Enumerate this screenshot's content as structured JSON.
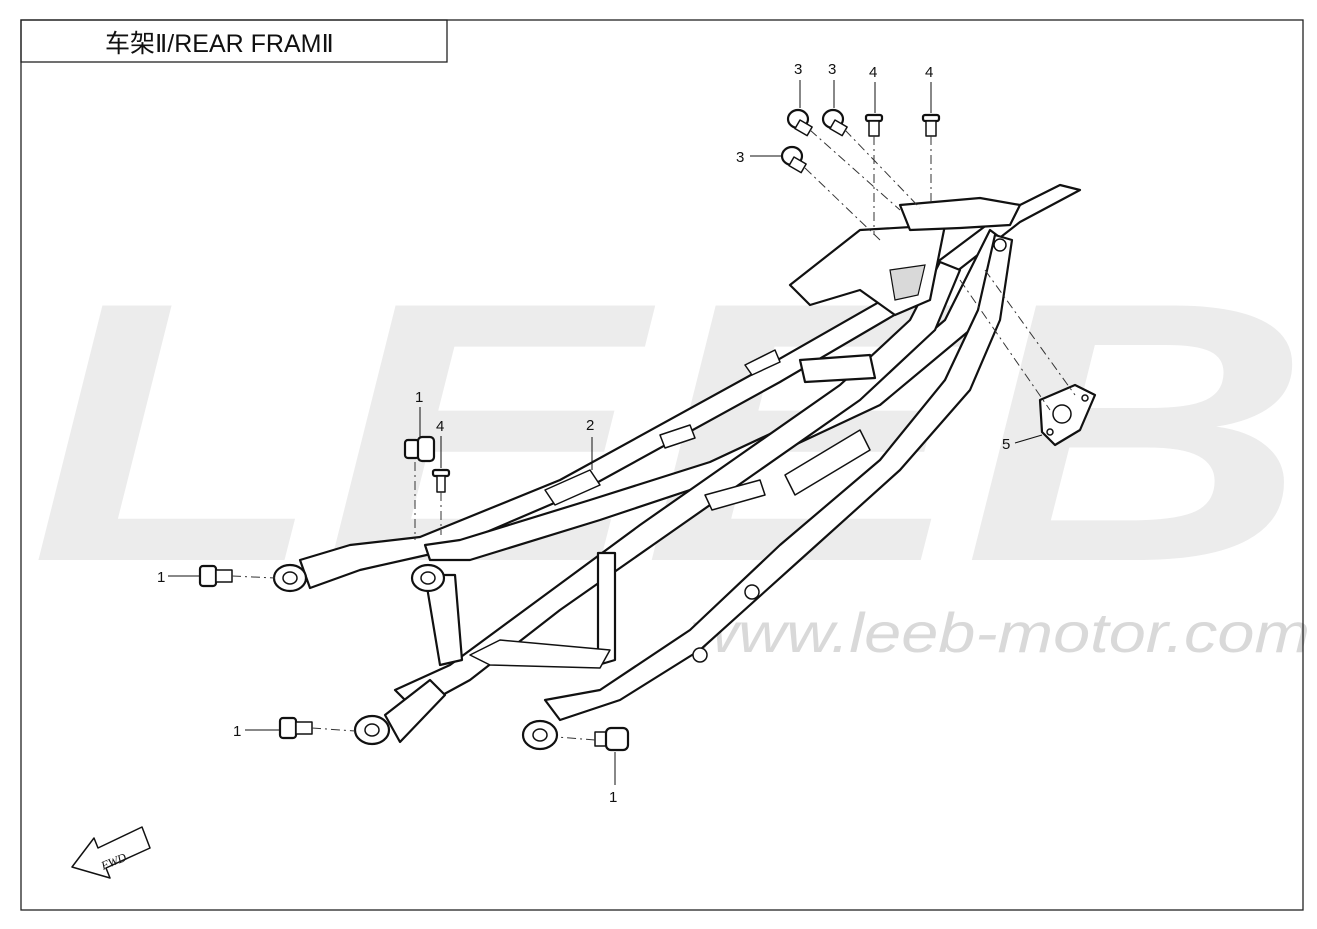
{
  "title": "车架Ⅱ/REAR FRAMⅡ",
  "watermark": {
    "logo": "LEEB",
    "url": "www.leeb-motor.com"
  },
  "fwd_label": "FWD",
  "callouts": [
    {
      "id": "c-1a",
      "label": "1"
    },
    {
      "id": "c-1b",
      "label": "1"
    },
    {
      "id": "c-1c",
      "label": "1"
    },
    {
      "id": "c-1d",
      "label": "1"
    },
    {
      "id": "c-2",
      "label": "2"
    },
    {
      "id": "c-3a",
      "label": "3"
    },
    {
      "id": "c-3b",
      "label": "3"
    },
    {
      "id": "c-3c",
      "label": "3"
    },
    {
      "id": "c-4a",
      "label": "4"
    },
    {
      "id": "c-4b",
      "label": "4"
    },
    {
      "id": "c-4c",
      "label": "4"
    },
    {
      "id": "c-5",
      "label": "5"
    }
  ]
}
